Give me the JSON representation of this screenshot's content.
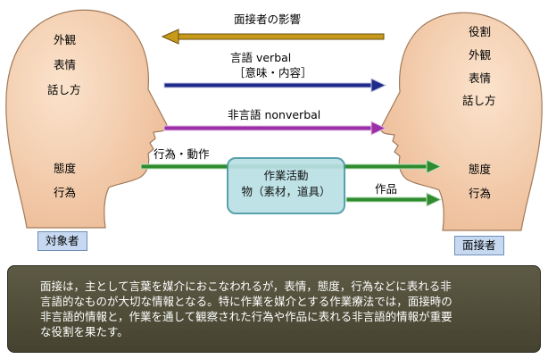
{
  "left_person": {
    "traits": [
      "外観",
      "表情",
      "話し方",
      "態度",
      "行為"
    ],
    "label": "対象者"
  },
  "right_person": {
    "traits": [
      "役割",
      "外観",
      "表情",
      "話し方",
      "態度",
      "行為"
    ],
    "label": "面接者"
  },
  "arrows": {
    "interviewer_influence": "面接者の影響",
    "verbal_line1": "言語 verbal",
    "verbal_line2": "［意味・内容］",
    "nonverbal": "非言語 nonverbal",
    "action": "行為・動作",
    "work_product": "作品"
  },
  "center_box": {
    "line1": "作業活動",
    "line2": "物（素材，道具）"
  },
  "caption": {
    "line1": "面接は，主として言葉を媒介におこなわれるが，表情，態度，行為などに表れる非",
    "line2": "言語的なものが大切な情報となる。特に作業を媒介とする作業療法では，面接時の",
    "line3": "非言語的情報と，作業を通して観察された行為や作品に表れる非言語的情報が重要",
    "line4": "な役割を果たす。"
  },
  "colors": {
    "head_fill": "#f4cfae",
    "arrow_gold": "#c89a1a",
    "arrow_navy": "#1e2a8a",
    "arrow_purple": "#9b2fa8",
    "arrow_green": "#2e8b2e",
    "box_fill": "#b9e0e4",
    "caption_bg": "#4f4c3a"
  }
}
